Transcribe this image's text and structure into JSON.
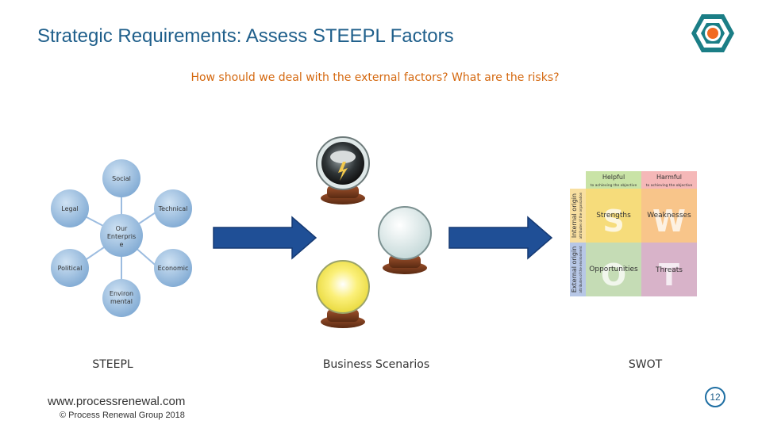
{
  "slide": {
    "title": "Strategic Requirements: Assess STEEPL Factors",
    "subtitle": "How should we deal with the external factors? What are the risks?"
  },
  "steepl": {
    "center": "Our Enterprise",
    "center_lines": [
      "Our",
      "Enterpris",
      "e"
    ],
    "social": "Social",
    "technical": "Technical",
    "economic": "Economic",
    "environmental_lines": [
      "Environ",
      "mental"
    ],
    "political": "Political",
    "legal": "Legal",
    "caption": "STEEPL"
  },
  "scenarios": {
    "caption": "Business Scenarios"
  },
  "swot": {
    "caption": "SWOT",
    "helpful": "Helpful",
    "helpful_sub": "to achieving the objective",
    "harmful": "Harmful",
    "harmful_sub": "to achieving the objective",
    "internal": "Internal origin",
    "internal_sub": "attributes of the organization",
    "external": "External origin",
    "external_sub": "attributes of the environment",
    "strengths": "Strengths",
    "weaknesses": "Weaknesses",
    "opportunities": "Opportunities",
    "threats": "Threats",
    "s": "S",
    "w": "W",
    "o": "O",
    "t": "T"
  },
  "footer": {
    "url": "www.processrenewal.com",
    "copyright": "© Process Renewal Group 2018",
    "page": "12"
  },
  "colors": {
    "title": "#1f5f8b",
    "subtitle": "#d4680f",
    "node_blue": "#9cc1e0",
    "arrow": "#1f4f96",
    "logo_ring": "#1b7e86",
    "logo_center": "#f26a21"
  }
}
